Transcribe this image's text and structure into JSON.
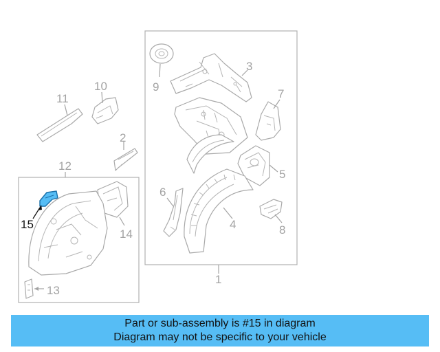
{
  "colors": {
    "highlight": "#56bdf5",
    "part_stroke": "#a9a9a9",
    "label_gray": "#a3a3a3",
    "banner_bg": "#56bdf5",
    "banner_text": "#111111"
  },
  "callouts": [
    "1",
    "2",
    "3",
    "4",
    "5",
    "6",
    "7",
    "8",
    "9",
    "10",
    "11",
    "12",
    "13",
    "14",
    "15"
  ],
  "highlighted_callout": "15",
  "banner": {
    "line1": "Part or sub-assembly is #15 in diagram",
    "line2": "Diagram may not be specific to your vehicle"
  }
}
